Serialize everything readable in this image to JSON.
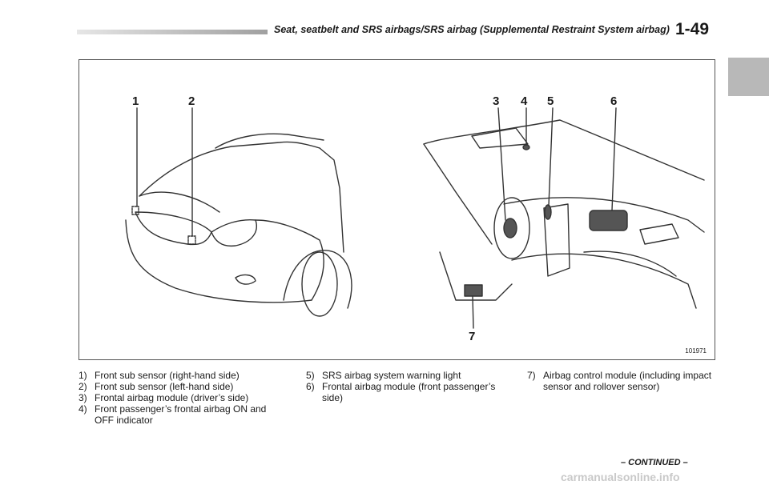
{
  "header": {
    "section_title": "Seat, seatbelt and SRS airbags/SRS airbag (Supplemental Restraint System airbag)",
    "page_number": "1-49"
  },
  "figure": {
    "id": "101971",
    "callouts": [
      "1",
      "2",
      "3",
      "4",
      "5",
      "6",
      "7"
    ]
  },
  "captions": {
    "col1": [
      {
        "num": "1)",
        "text": "Front sub sensor (right-hand side)"
      },
      {
        "num": "2)",
        "text": "Front sub sensor (left-hand side)"
      },
      {
        "num": "3)",
        "text": "Frontal airbag module (driver’s side)"
      },
      {
        "num": "4)",
        "text": "Front passenger’s frontal airbag ON and OFF indicator"
      }
    ],
    "col2": [
      {
        "num": "5)",
        "text": "SRS airbag system warning light"
      },
      {
        "num": "6)",
        "text": "Frontal airbag module (front passenger’s side)"
      }
    ],
    "col3": [
      {
        "num": "7)",
        "text": "Airbag control module (including impact sensor and rollover sensor)"
      }
    ]
  },
  "footer": {
    "continued": "– CONTINUED –",
    "watermark": "carmanualsonline.info"
  }
}
